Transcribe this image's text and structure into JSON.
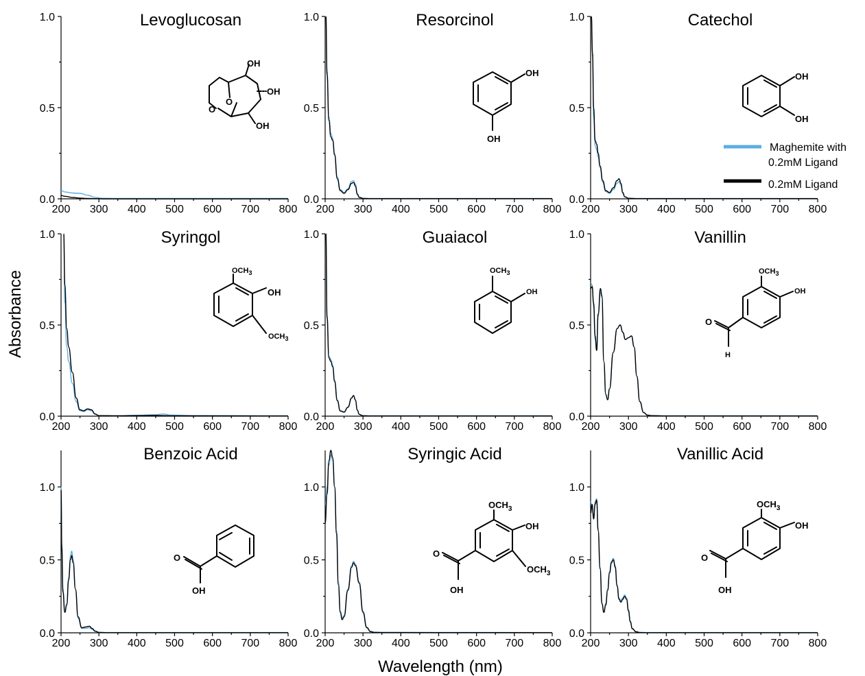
{
  "figure": {
    "ylabel": "Absorbance",
    "xlabel": "Wavelength (nm)",
    "legend": [
      {
        "label_line1": "Maghemite with",
        "label_line2": "0.2mM Ligand",
        "color": "#5DADE2"
      },
      {
        "label_line1": "0.2mM Ligand",
        "label_line2": "",
        "color": "#000000"
      }
    ]
  },
  "chart_data": [
    {
      "type": "line",
      "title": "Levoglucosan",
      "xlim": [
        200,
        800
      ],
      "ylim": [
        0,
        1.0
      ],
      "xticks": [
        "200",
        "300",
        "400",
        "500",
        "600",
        "700",
        "800"
      ],
      "yticks": [
        "0.0",
        "0.5",
        "1.0"
      ],
      "series": [
        {
          "name": "Maghemite with 0.2mM Ligand",
          "color": "#5DADE2",
          "x": [
            200,
            210,
            230,
            250,
            270,
            290,
            310,
            350,
            800
          ],
          "y": [
            0.045,
            0.038,
            0.032,
            0.03,
            0.02,
            0.008,
            0.003,
            0.002,
            0.002
          ]
        },
        {
          "name": "0.2mM Ligand",
          "color": "#000000",
          "x": [
            200,
            210,
            230,
            250,
            270,
            290,
            310,
            800
          ],
          "y": [
            0.018,
            0.014,
            0.008,
            0.004,
            0.002,
            0.001,
            0.0,
            0.0
          ]
        }
      ]
    },
    {
      "type": "line",
      "title": "Resorcinol",
      "xlim": [
        200,
        800
      ],
      "ylim": [
        0,
        1.0
      ],
      "xticks": [
        "200",
        "300",
        "400",
        "500",
        "600",
        "700",
        "800"
      ],
      "yticks": [
        "0.0",
        "0.5",
        "1.0"
      ],
      "series": [
        {
          "name": "Maghemite with 0.2mM Ligand",
          "color": "#5DADE2",
          "x": [
            202,
            205,
            210,
            215,
            220,
            225,
            232,
            240,
            250,
            260,
            270,
            275,
            280,
            285,
            290,
            300,
            320,
            800
          ],
          "y": [
            1.0,
            0.7,
            0.45,
            0.36,
            0.33,
            0.25,
            0.12,
            0.05,
            0.035,
            0.055,
            0.095,
            0.1,
            0.08,
            0.03,
            0.01,
            0.003,
            0.002,
            0.002
          ]
        },
        {
          "name": "0.2mM Ligand",
          "color": "#000000",
          "x": [
            202,
            205,
            210,
            215,
            220,
            225,
            232,
            240,
            250,
            260,
            270,
            275,
            280,
            285,
            290,
            300,
            320,
            800
          ],
          "y": [
            1.0,
            0.68,
            0.43,
            0.34,
            0.32,
            0.24,
            0.11,
            0.045,
            0.03,
            0.05,
            0.085,
            0.09,
            0.07,
            0.025,
            0.008,
            0.002,
            0.001,
            0.001
          ]
        }
      ]
    },
    {
      "type": "line",
      "title": "Catechol",
      "xlim": [
        200,
        800
      ],
      "ylim": [
        0,
        1.0
      ],
      "xticks": [
        "200",
        "300",
        "400",
        "500",
        "600",
        "700",
        "800"
      ],
      "yticks": [
        "0.0",
        "0.5",
        "1.0"
      ],
      "series": [
        {
          "name": "Maghemite with 0.2mM Ligand",
          "color": "#5DADE2",
          "x": [
            202,
            205,
            208,
            212,
            216,
            220,
            225,
            232,
            240,
            250,
            260,
            270,
            275,
            280,
            285,
            290,
            300,
            320,
            800
          ],
          "y": [
            1.0,
            0.78,
            0.45,
            0.29,
            0.27,
            0.23,
            0.17,
            0.09,
            0.04,
            0.03,
            0.05,
            0.085,
            0.095,
            0.075,
            0.03,
            0.01,
            0.003,
            0.002,
            0.002
          ]
        },
        {
          "name": "0.2mM Ligand",
          "color": "#000000",
          "x": [
            202,
            205,
            208,
            212,
            216,
            220,
            225,
            232,
            240,
            250,
            260,
            270,
            275,
            280,
            285,
            290,
            300,
            320,
            800
          ],
          "y": [
            1.0,
            0.8,
            0.5,
            0.32,
            0.3,
            0.25,
            0.18,
            0.1,
            0.045,
            0.035,
            0.06,
            0.1,
            0.11,
            0.085,
            0.035,
            0.012,
            0.003,
            0.001,
            0.001
          ]
        }
      ]
    },
    {
      "type": "line",
      "title": "Syringol",
      "xlim": [
        200,
        800
      ],
      "ylim": [
        0,
        1.0
      ],
      "xticks": [
        "200",
        "300",
        "400",
        "500",
        "600",
        "700",
        "800"
      ],
      "yticks": [
        "0.0",
        "0.5",
        "1.0"
      ],
      "series": [
        {
          "name": "Maghemite with 0.2mM Ligand",
          "color": "#5DADE2",
          "x": [
            207,
            210,
            215,
            220,
            230,
            240,
            250,
            260,
            270,
            280,
            290,
            300,
            350,
            400,
            450,
            470,
            490,
            550,
            800
          ],
          "y": [
            1.0,
            0.62,
            0.38,
            0.3,
            0.18,
            0.08,
            0.03,
            0.025,
            0.035,
            0.03,
            0.01,
            0.003,
            0.002,
            0.005,
            0.008,
            0.012,
            0.006,
            0.003,
            0.002
          ]
        },
        {
          "name": "0.2mM Ligand",
          "color": "#000000",
          "x": [
            207,
            210,
            215,
            220,
            230,
            240,
            250,
            260,
            270,
            280,
            290,
            300,
            350,
            400,
            450,
            500,
            800
          ],
          "y": [
            1.0,
            0.72,
            0.48,
            0.38,
            0.24,
            0.1,
            0.035,
            0.03,
            0.04,
            0.035,
            0.012,
            0.003,
            0.002,
            0.003,
            0.004,
            0.002,
            0.001
          ]
        }
      ]
    },
    {
      "type": "line",
      "title": "Guaiacol",
      "xlim": [
        200,
        800
      ],
      "ylim": [
        0,
        1.0
      ],
      "xticks": [
        "200",
        "300",
        "400",
        "500",
        "600",
        "700",
        "800"
      ],
      "yticks": [
        "0.0",
        "0.5",
        "1.0"
      ],
      "series": [
        {
          "name": "Maghemite with 0.2mM Ligand",
          "color": "#5DADE2",
          "x": [
            202,
            205,
            210,
            215,
            220,
            225,
            232,
            240,
            250,
            260,
            270,
            275,
            280,
            285,
            290,
            300,
            320,
            800
          ],
          "y": [
            1.0,
            0.55,
            0.33,
            0.31,
            0.28,
            0.2,
            0.09,
            0.03,
            0.025,
            0.05,
            0.1,
            0.115,
            0.09,
            0.035,
            0.01,
            0.003,
            0.002,
            0.002
          ]
        },
        {
          "name": "0.2mM Ligand",
          "color": "#000000",
          "x": [
            202,
            205,
            210,
            215,
            220,
            225,
            232,
            240,
            250,
            260,
            270,
            275,
            280,
            285,
            290,
            300,
            320,
            800
          ],
          "y": [
            1.0,
            0.54,
            0.32,
            0.3,
            0.27,
            0.19,
            0.085,
            0.028,
            0.022,
            0.048,
            0.1,
            0.112,
            0.088,
            0.033,
            0.01,
            0.002,
            0.001,
            0.001
          ]
        }
      ]
    },
    {
      "type": "line",
      "title": "Vanillin",
      "xlim": [
        200,
        800
      ],
      "ylim": [
        0,
        1.0
      ],
      "xticks": [
        "200",
        "300",
        "400",
        "500",
        "600",
        "700",
        "800"
      ],
      "yticks": [
        "0.0",
        "0.5",
        "1.0"
      ],
      "series": [
        {
          "name": "Maghemite with 0.2mM Ligand",
          "color": "#5DADE2",
          "x": [
            200,
            204,
            208,
            212,
            216,
            220,
            226,
            230,
            235,
            240,
            245,
            250,
            260,
            270,
            278,
            285,
            292,
            300,
            308,
            315,
            322,
            330,
            340,
            350,
            360,
            400,
            800
          ],
          "y": [
            0.73,
            0.72,
            0.6,
            0.42,
            0.36,
            0.55,
            0.68,
            0.65,
            0.3,
            0.12,
            0.09,
            0.15,
            0.35,
            0.48,
            0.5,
            0.46,
            0.42,
            0.43,
            0.44,
            0.38,
            0.22,
            0.08,
            0.02,
            0.006,
            0.003,
            0.002,
            0.002
          ]
        },
        {
          "name": "0.2mM Ligand",
          "color": "#000000",
          "x": [
            200,
            204,
            208,
            212,
            216,
            220,
            226,
            230,
            235,
            240,
            245,
            250,
            260,
            270,
            278,
            285,
            292,
            300,
            308,
            315,
            322,
            330,
            340,
            350,
            360,
            400,
            800
          ],
          "y": [
            0.7,
            0.71,
            0.62,
            0.44,
            0.36,
            0.56,
            0.7,
            0.66,
            0.3,
            0.12,
            0.09,
            0.15,
            0.35,
            0.48,
            0.5,
            0.46,
            0.42,
            0.43,
            0.44,
            0.38,
            0.22,
            0.08,
            0.02,
            0.006,
            0.003,
            0.001,
            0.001
          ]
        }
      ]
    },
    {
      "type": "line",
      "title": "Benzoic Acid",
      "xlim": [
        200,
        800
      ],
      "ylim": [
        0,
        1.25
      ],
      "xticks": [
        "200",
        "300",
        "400",
        "500",
        "600",
        "700",
        "800"
      ],
      "yticks": [
        "0.0",
        "0.5",
        "1.0"
      ],
      "series": [
        {
          "name": "Maghemite with 0.2mM Ligand",
          "color": "#5DADE2",
          "x": [
            200,
            202,
            205,
            210,
            215,
            220,
            225,
            228,
            232,
            238,
            245,
            255,
            265,
            275,
            282,
            290,
            300,
            320,
            800
          ],
          "y": [
            1.0,
            0.6,
            0.3,
            0.15,
            0.2,
            0.38,
            0.53,
            0.56,
            0.5,
            0.3,
            0.1,
            0.03,
            0.03,
            0.035,
            0.025,
            0.01,
            0.003,
            0.002,
            0.002
          ]
        },
        {
          "name": "0.2mM Ligand",
          "color": "#000000",
          "x": [
            200,
            202,
            205,
            210,
            215,
            220,
            225,
            228,
            232,
            238,
            245,
            255,
            265,
            275,
            282,
            290,
            300,
            320,
            800
          ],
          "y": [
            0.98,
            0.58,
            0.28,
            0.14,
            0.19,
            0.36,
            0.5,
            0.53,
            0.48,
            0.3,
            0.11,
            0.035,
            0.04,
            0.045,
            0.03,
            0.012,
            0.003,
            0.001,
            0.001
          ]
        }
      ]
    },
    {
      "type": "line",
      "title": "Syringic Acid",
      "xlim": [
        200,
        800
      ],
      "ylim": [
        0,
        1.25
      ],
      "xticks": [
        "200",
        "300",
        "400",
        "500",
        "600",
        "700",
        "800"
      ],
      "yticks": [
        "0.0",
        "0.5",
        "1.0"
      ],
      "series": [
        {
          "name": "Maghemite with 0.2mM Ligand",
          "color": "#5DADE2",
          "x": [
            200,
            205,
            210,
            215,
            220,
            225,
            230,
            235,
            240,
            245,
            250,
            260,
            270,
            275,
            280,
            290,
            300,
            310,
            320,
            330,
            350,
            400,
            800
          ],
          "y": [
            0.88,
            1.0,
            1.15,
            1.22,
            1.18,
            1.0,
            0.7,
            0.35,
            0.15,
            0.1,
            0.12,
            0.3,
            0.46,
            0.49,
            0.47,
            0.35,
            0.15,
            0.04,
            0.01,
            0.004,
            0.003,
            0.003,
            0.002
          ]
        },
        {
          "name": "0.2mM Ligand",
          "color": "#000000",
          "x": [
            200,
            205,
            210,
            215,
            220,
            225,
            230,
            235,
            240,
            245,
            250,
            260,
            270,
            275,
            280,
            290,
            300,
            310,
            320,
            330,
            350,
            400,
            800
          ],
          "y": [
            0.75,
            0.95,
            1.18,
            1.26,
            1.2,
            1.0,
            0.68,
            0.33,
            0.14,
            0.09,
            0.11,
            0.29,
            0.45,
            0.48,
            0.46,
            0.34,
            0.14,
            0.035,
            0.008,
            0.003,
            0.002,
            0.002,
            0.001
          ]
        }
      ]
    },
    {
      "type": "line",
      "title": "Vanillic Acid",
      "xlim": [
        200,
        800
      ],
      "ylim": [
        0,
        1.25
      ],
      "xticks": [
        "200",
        "300",
        "400",
        "500",
        "600",
        "700",
        "800"
      ],
      "yticks": [
        "0.0",
        "0.5",
        "1.0"
      ],
      "series": [
        {
          "name": "Maghemite with 0.2mM Ligand",
          "color": "#5DADE2",
          "x": [
            200,
            204,
            208,
            212,
            216,
            220,
            225,
            230,
            235,
            240,
            245,
            250,
            255,
            260,
            265,
            270,
            275,
            280,
            285,
            290,
            295,
            300,
            305,
            310,
            320,
            330,
            350,
            800
          ],
          "y": [
            0.9,
            0.85,
            0.8,
            0.9,
            0.92,
            0.7,
            0.45,
            0.2,
            0.15,
            0.2,
            0.3,
            0.42,
            0.49,
            0.51,
            0.46,
            0.33,
            0.24,
            0.22,
            0.24,
            0.26,
            0.24,
            0.16,
            0.08,
            0.03,
            0.008,
            0.003,
            0.002,
            0.002
          ]
        },
        {
          "name": "0.2mM Ligand",
          "color": "#000000",
          "x": [
            200,
            204,
            208,
            212,
            216,
            220,
            225,
            230,
            235,
            240,
            245,
            250,
            255,
            260,
            265,
            270,
            275,
            280,
            285,
            290,
            295,
            300,
            305,
            310,
            320,
            330,
            350,
            800
          ],
          "y": [
            0.82,
            0.88,
            0.78,
            0.88,
            0.91,
            0.7,
            0.44,
            0.2,
            0.14,
            0.19,
            0.29,
            0.41,
            0.48,
            0.5,
            0.45,
            0.32,
            0.23,
            0.21,
            0.23,
            0.25,
            0.23,
            0.15,
            0.075,
            0.028,
            0.007,
            0.002,
            0.001,
            0.001
          ]
        }
      ]
    }
  ],
  "structures": {
    "oh": "OH",
    "o": "O",
    "och3": "OCH",
    "sub3": "3",
    "h": "H"
  }
}
